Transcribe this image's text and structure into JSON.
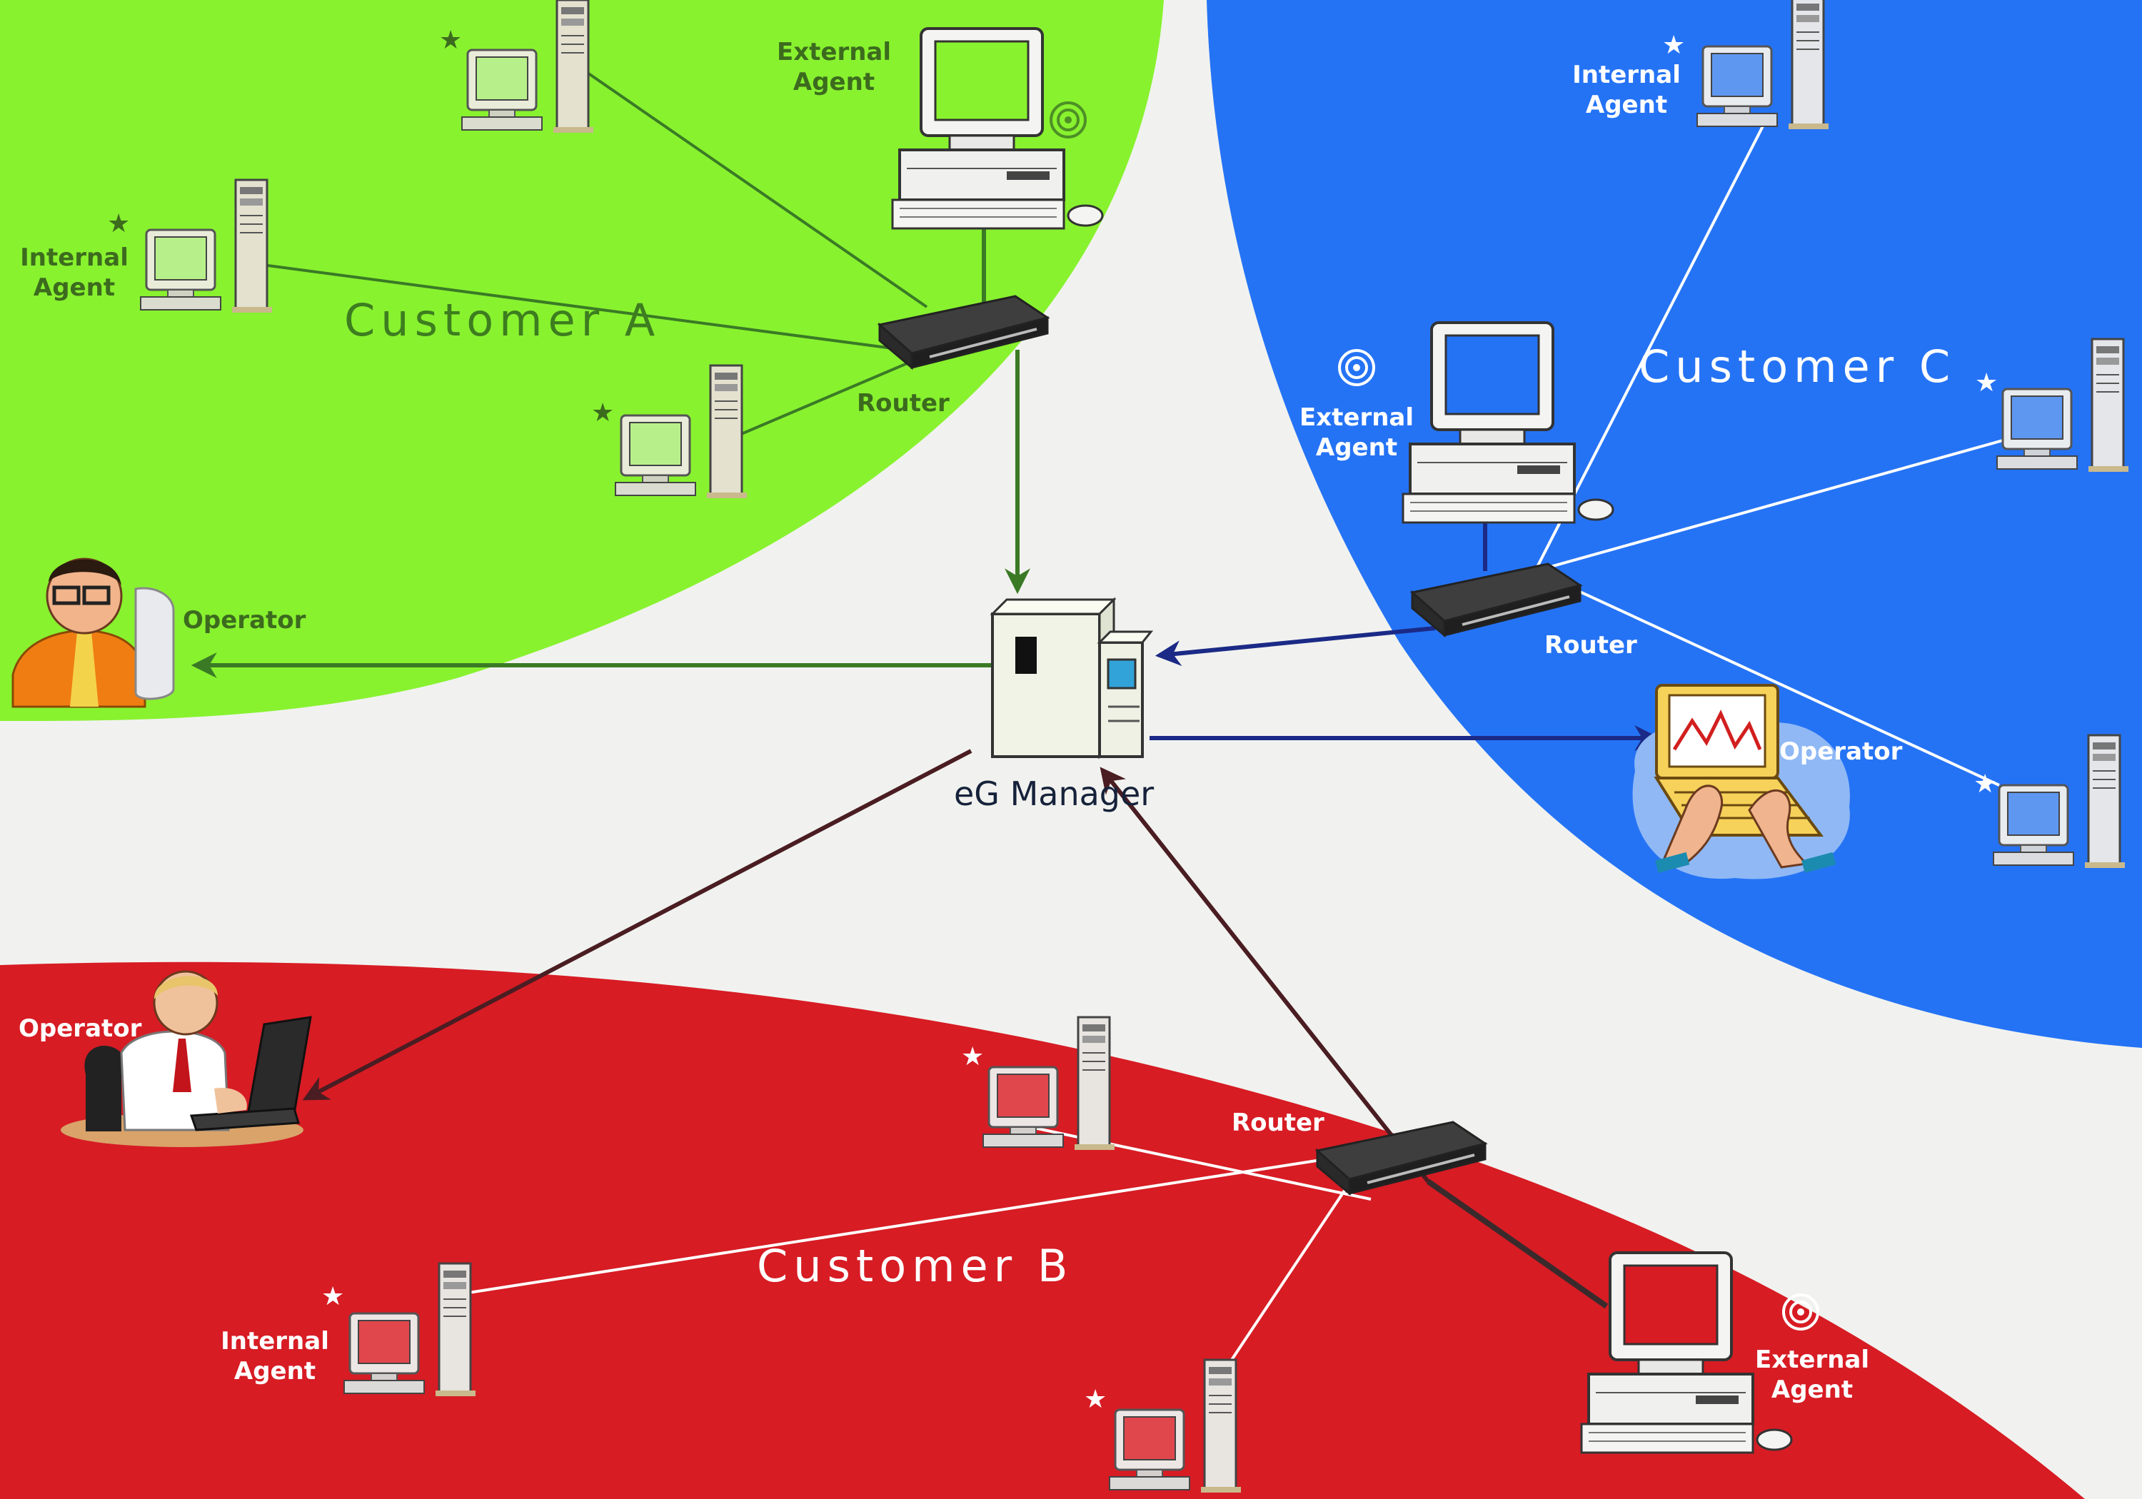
{
  "colors": {
    "customer_a": "#88f22f",
    "customer_b": "#d71c24",
    "customer_c": "#2573f5",
    "background": "#f1f2ef",
    "line_a": "#3a7a25",
    "line_b": "#4a1d22",
    "line_c": "#1b2a86"
  },
  "center": {
    "label": "eG Manager",
    "icon": "server-cabinet-icon"
  },
  "customer_a": {
    "title": "Customer A",
    "external_agent": "External Agent",
    "internal_agent": "Internal Agent",
    "router": "Router",
    "operator": "Operator"
  },
  "customer_b": {
    "title": "Customer B",
    "external_agent": "External Agent",
    "internal_agent": "Internal Agent",
    "router": "Router",
    "operator": "Operator"
  },
  "customer_c": {
    "title": "Customer C",
    "external_agent": "External Agent",
    "internal_agent": "Internal Agent",
    "router": "Router",
    "operator": "Operator"
  },
  "legend": {
    "star": "internal-agent-marker",
    "target": "external-agent-marker"
  }
}
